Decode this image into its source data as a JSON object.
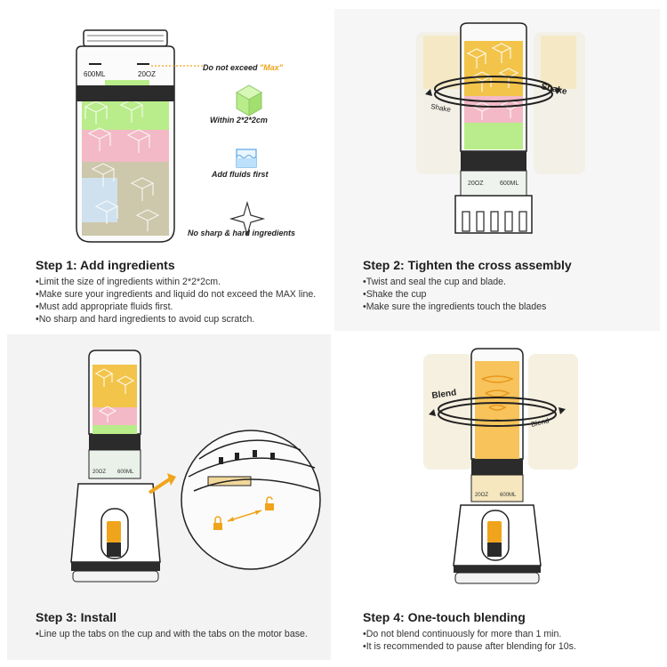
{
  "steps": [
    {
      "title": "Step 1: Add ingredients",
      "bullets": [
        "Limit the size of ingredients within 2*2*2cm.",
        "Make sure your ingredients and liquid do not exceed the MAX line.",
        "Must add appropriate fluids first.",
        "No sharp and hard ingredients to avoid cup scratch."
      ],
      "cup_marks": {
        "left": "600ML",
        "right": "20OZ"
      },
      "annotations": {
        "max_prefix": "Do not exceed ",
        "max_word": "\"Max\"",
        "cube": "Within 2*2*2cm",
        "fluids": "Add fluids first",
        "sharp": "No sharp & hard ingredients"
      }
    },
    {
      "title": "Step 2: Tighten the cross assembly",
      "bullets": [
        "Twist and seal the cup and blade.",
        "Shake the cup",
        "Make sure the ingredients touch the blades"
      ],
      "labels": {
        "shake_right": "Shake",
        "shake_left": "Shake"
      },
      "cup_marks": {
        "left": "20OZ",
        "right": "600ML"
      }
    },
    {
      "title": "Step 3: Install",
      "bullets": [
        "Line up the tabs on the cup and with the tabs on the motor base."
      ],
      "cup_marks": {
        "left": "20OZ",
        "right": "600ML"
      }
    },
    {
      "title": "Step 4: One-touch blending",
      "bullets": [
        "Do not blend continuously for more than 1 min.",
        "It is recommended to pause after blending for 10s."
      ],
      "labels": {
        "blend_left": "Blend",
        "blend_right": "Blend"
      },
      "cup_marks": {
        "left": "20OZ",
        "right": "600ML"
      }
    }
  ],
  "colors": {
    "accent": "#f0a41b",
    "cube_yellow": "#f2c44a",
    "cube_green": "#b9ec8a",
    "cube_pink": "#f3b9c6",
    "cube_blue": "#cfe3f5",
    "cube_beige": "#cdc7ab",
    "band": "#2b2b2b"
  }
}
